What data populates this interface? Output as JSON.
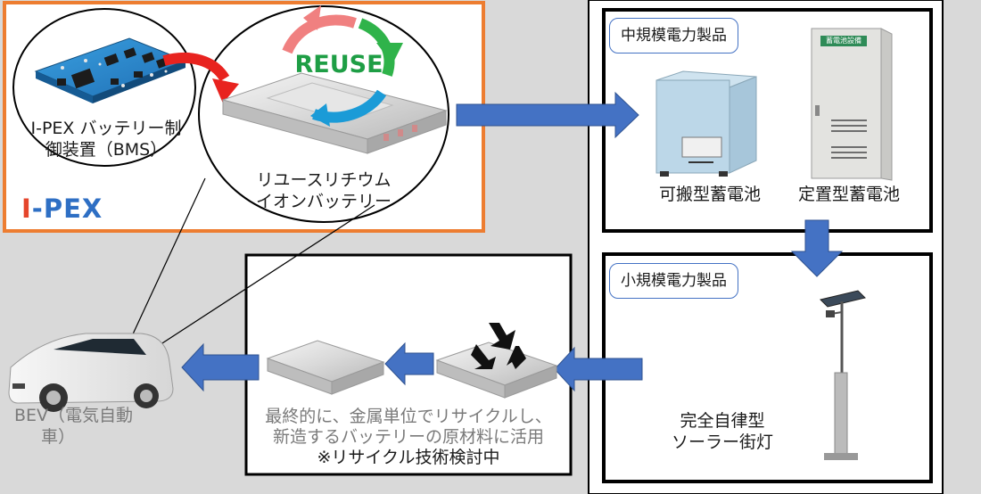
{
  "bms_label": [
    "I-PEX バッテリー制",
    "御装置（BMS）"
  ],
  "reuse_label": "REUSE",
  "reuse_battery_label": [
    "リユースリチウム",
    "イオンバッテリー"
  ],
  "logo_text": "I-PEX",
  "mid_box_title": "中規模電力製品",
  "portable_label": "可搬型蓄電池",
  "stationary_label": "定置型蓄電池",
  "stationary_panel_text": "蓄電池設備",
  "small_box_title": "小規模電力製品",
  "streetlight_label": [
    "完全自律型",
    "ソーラー街灯"
  ],
  "recycle_text": [
    "最終的に、金属単位でリサイクルし、",
    "新造するバッテリーの原材料に活用",
    "※リサイクル技術検討中"
  ],
  "bev_label": [
    "BEV（電気自動",
    "車）"
  ],
  "colors": {
    "orange_border": "#ed7d31",
    "arrow_blue": "#4472c4",
    "red_arrow": "#e8231f",
    "reuse_green": "#1e9e45"
  }
}
